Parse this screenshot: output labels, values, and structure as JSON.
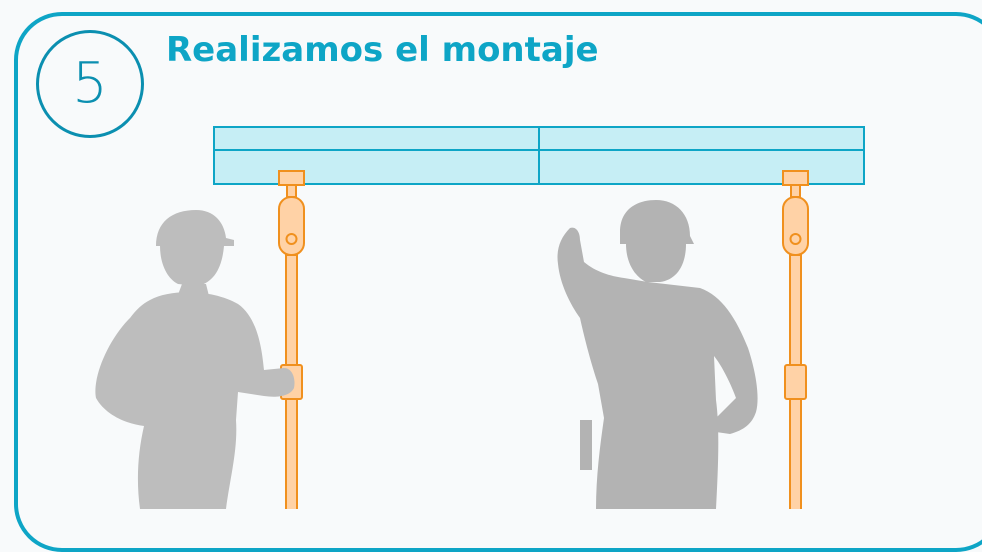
{
  "step": {
    "number": "5"
  },
  "title": "Realizamos el montaje",
  "colors": {
    "accent": "#0ea5c6",
    "step_circle": "#0b8fb0",
    "formwork_fill": "#c6eef5",
    "prop_fill": "#ffd2a6",
    "prop_stroke": "#f0901e",
    "worker_silhouette": "#bdbdbd"
  },
  "icons": [
    "worker-silhouette",
    "worker-silhouette-pointing",
    "shoring-prop"
  ]
}
